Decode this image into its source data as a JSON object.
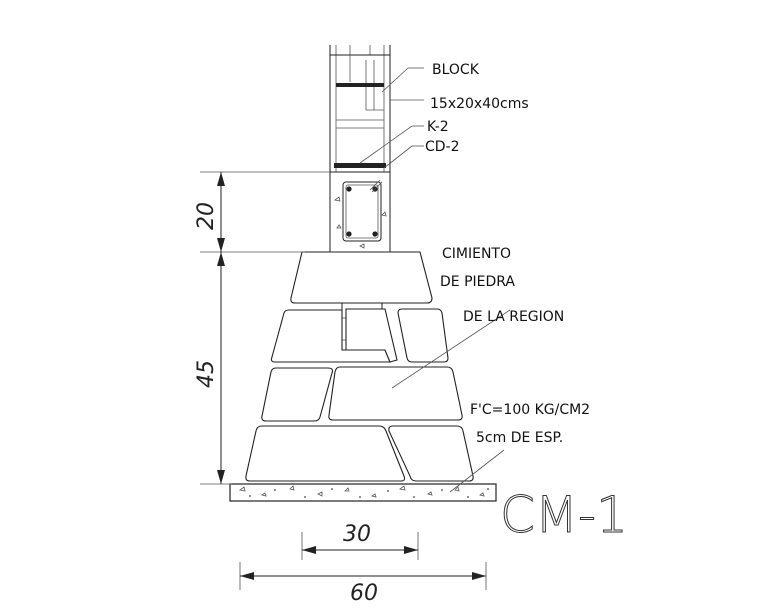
{
  "labels": {
    "block": "BLOCK",
    "block_size": "15x20x40cms",
    "k2": "K-2",
    "cd2": "CD-2",
    "cimiento_1": "CIMIENTO",
    "cimiento_2": "DE PIEDRA",
    "cimiento_3": "DE LA REGION",
    "concrete_1": "F'C=100 KG/CM2",
    "concrete_2": "5cm DE ESP."
  },
  "dimensions": {
    "d20": "20",
    "d45": "45",
    "d30": "30",
    "d60": "60"
  },
  "title": "CM-1"
}
